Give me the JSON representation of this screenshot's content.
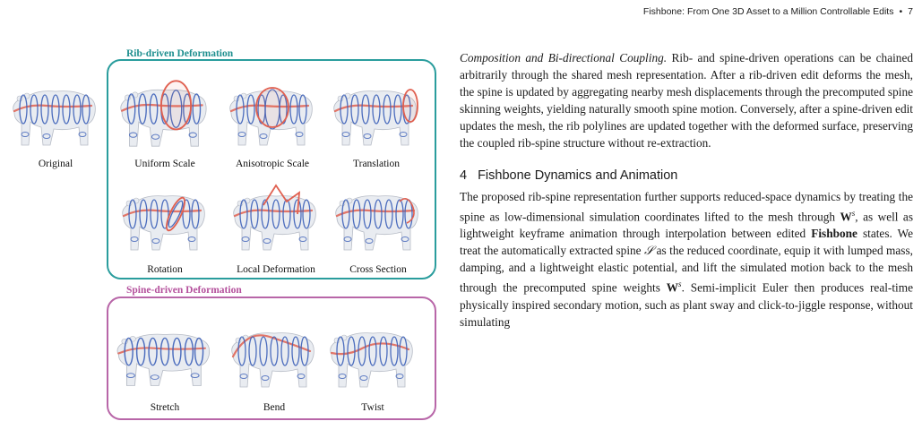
{
  "header": {
    "running_title": "Fishbone: From One 3D Asset to a Million Controllable Edits",
    "bullet": "•",
    "page_number": "7"
  },
  "figure": {
    "rib_panel_title": "Rib-driven Deformation",
    "spine_panel_title": "Spine-driven Deformation",
    "captions": {
      "original": "Original",
      "uniform_scale": "Uniform Scale",
      "anisotropic_scale": "Anisotropic Scale",
      "translation": "Translation",
      "rotation": "Rotation",
      "local_deformation": "Local Deformation",
      "cross_section": "Cross Section",
      "stretch": "Stretch",
      "bend": "Bend",
      "twist": "Twist"
    },
    "colors": {
      "rib_accent": "#2a9d9d",
      "spine_accent": "#b866a8",
      "rib_lines": "#3b5fb8",
      "spine_line": "#e06050"
    }
  },
  "body": {
    "para1_lead": "Composition and Bi-directional Coupling.",
    "para1_text": "Rib- and spine-driven operations can be chained arbitrarily through the shared mesh representation. After a rib-driven edit deforms the mesh, the spine is updated by aggregating nearby mesh displacements through the precomputed spine skinning weights, yielding naturally smooth spine motion. Conversely, after a spine-driven edit updates the mesh, the rib polylines are updated together with the deformed surface, preserving the coupled rib-spine structure without re-extraction.",
    "section_number": "4",
    "section_title": "Fishbone Dynamics and Animation",
    "para2_a": "The proposed rib-spine representation further supports reduced-space dynamics by treating the spine as low-dimensional simulation coordinates lifted to the mesh through",
    "wsym": "W",
    "sup_s": "s",
    "para2_b": ", as well as lightweight keyframe animation through interpolation between edited",
    "para2_bold": "Fishbone",
    "para2_c": "states. We treat the automatically extracted spine",
    "spine_sym": "𝒮",
    "para2_d": "as the reduced coordinate, equip it with lumped mass, damping, and a lightweight elastic potential, and lift the simulated motion back to the mesh through the precomputed spine weights",
    "para2_e": ". Semi-implicit Euler then produces real-time physically inspired secondary motion, such as plant sway and click-to-jiggle response, without simulating"
  }
}
